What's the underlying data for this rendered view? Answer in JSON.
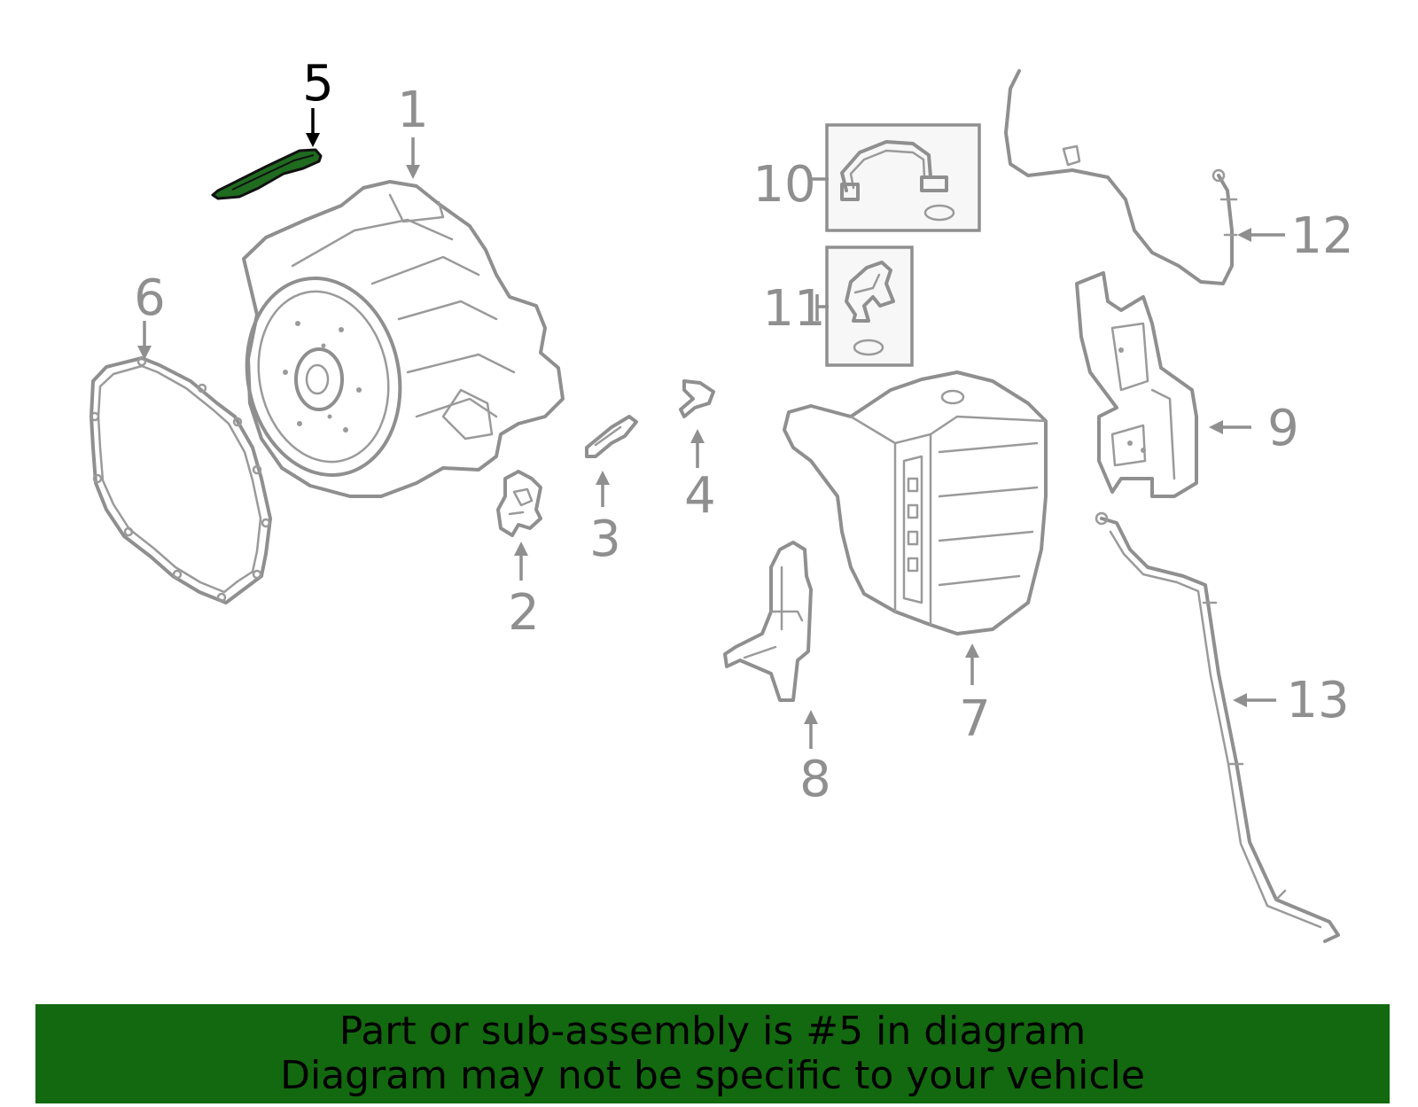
{
  "diagram": {
    "highlighted_part": "5",
    "highlight_color": "#1f6b1f",
    "line_color": "#8f8f8f",
    "callouts": {
      "c1": "1",
      "c2": "2",
      "c3": "3",
      "c4": "4",
      "c5": "5",
      "c6": "6",
      "c7": "7",
      "c8": "8",
      "c9": "9",
      "c10": "10",
      "c11": "11",
      "c12": "12",
      "c13": "13"
    }
  },
  "banner": {
    "line1": "Part or sub-assembly is #5 in diagram",
    "line2": "Diagram may not be specific to your vehicle",
    "background": "#13690f"
  }
}
